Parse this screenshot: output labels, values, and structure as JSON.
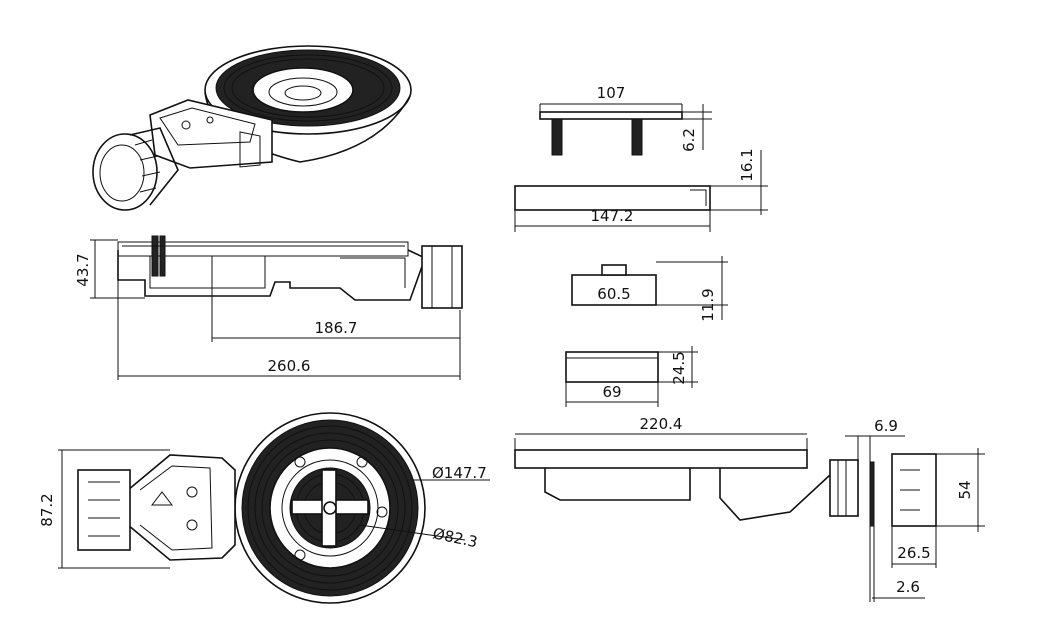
{
  "dimensions": {
    "overall_height": "43.7",
    "inner_length": "186.7",
    "overall_length": "260.6",
    "width": "87.2",
    "outer_diameter": "Ø147.7",
    "inner_diameter": "Ø82.3",
    "grate_span": "107",
    "pin_height": "6.2",
    "cover_height": "16.1",
    "cover_length": "147.2",
    "part_width_small": "60.5",
    "part_height_small": "11.9",
    "cup_height": "24.5",
    "cup_width": "69",
    "side_length": "220.4",
    "nut_gap": "6.9",
    "nut_diameter": "54",
    "nut_length": "26.5",
    "washer_thickness": "2.6"
  }
}
